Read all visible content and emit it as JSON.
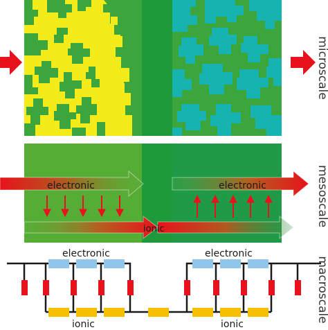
{
  "labels": {
    "microscale": "microscale",
    "mesoscale": "mesoscale",
    "macroscale": "macroscale",
    "electronic": "electronic",
    "ionic": "ionic"
  },
  "colors": {
    "yellow_phase": "#f4ec1a",
    "teal_phase": "#17b3b0",
    "green_matrix": "#3ca63c",
    "separator": "#1f9a3a",
    "meso_left": "#56ad35",
    "meso_right": "#209a46",
    "arrow_red": "#e8121c",
    "resistor_red": "#e8121c",
    "electronic_block": "#8fc6ea",
    "ionic_block": "#f6c000",
    "wire": "#1a1a1a"
  }
}
